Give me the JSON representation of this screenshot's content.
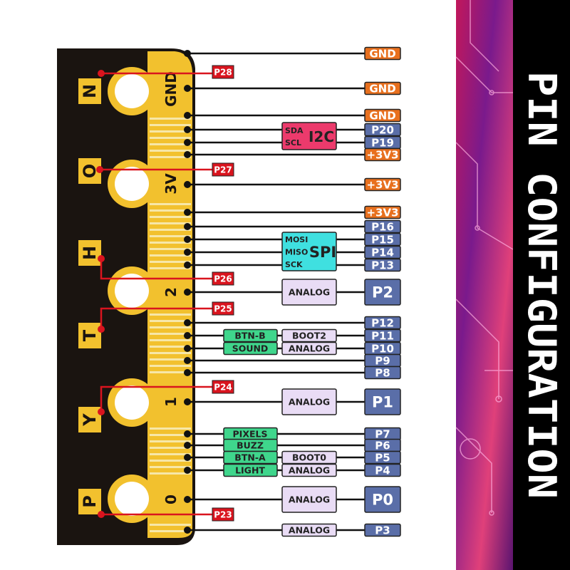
{
  "title": "PIN CONFIGURATION",
  "colors": {
    "gnd": "#e8701e",
    "pin": "#5a6ea8",
    "power": "#e8701e",
    "red": "#d9141e",
    "i2c": "#ec3a6c",
    "spi": "#3fe0e0",
    "analog": "#e9dcf5",
    "green": "#3fd68c",
    "gold": "#f2c12e",
    "board": "#1a1410"
  },
  "board": {
    "letters": [
      "N",
      "O",
      "H",
      "T",
      "Y",
      "P"
    ],
    "pad_labels": [
      "GND",
      "3V",
      "2",
      "1",
      "0"
    ]
  },
  "extra_pins": [
    "P28",
    "P27",
    "P26",
    "P25",
    "P24",
    "P23"
  ],
  "pins": [
    {
      "label": "GND",
      "kind": "power"
    },
    {
      "label": "GND",
      "kind": "power"
    },
    {
      "label": "GND",
      "kind": "power"
    },
    {
      "label": "P20",
      "kind": "pin"
    },
    {
      "label": "P19",
      "kind": "pin"
    },
    {
      "label": "+3V3",
      "kind": "power"
    },
    {
      "label": "+3V3",
      "kind": "power"
    },
    {
      "label": "+3V3",
      "kind": "power"
    },
    {
      "label": "P16",
      "kind": "pin"
    },
    {
      "label": "P15",
      "kind": "pin"
    },
    {
      "label": "P14",
      "kind": "pin"
    },
    {
      "label": "P13",
      "kind": "pin"
    },
    {
      "label": "P2",
      "kind": "big",
      "func": "ANALOG"
    },
    {
      "label": "P12",
      "kind": "pin"
    },
    {
      "label": "P11",
      "kind": "pin",
      "func": "BOOT2",
      "green": "BTN-B"
    },
    {
      "label": "P10",
      "kind": "pin",
      "func": "ANALOG",
      "green": "SOUND"
    },
    {
      "label": "P9",
      "kind": "pin"
    },
    {
      "label": "P8",
      "kind": "pin"
    },
    {
      "label": "P1",
      "kind": "big",
      "func": "ANALOG"
    },
    {
      "label": "P7",
      "kind": "pin",
      "green": "PIXELS"
    },
    {
      "label": "P6",
      "kind": "pin",
      "green": "BUZZ"
    },
    {
      "label": "P5",
      "kind": "pin",
      "func": "BOOT0",
      "green": "BTN-A"
    },
    {
      "label": "P4",
      "kind": "pin",
      "func": "ANALOG",
      "green": "LIGHT"
    },
    {
      "label": "P0",
      "kind": "big",
      "func": "ANALOG"
    },
    {
      "label": "P3",
      "kind": "pin",
      "func": "ANALOG"
    }
  ],
  "buses": {
    "i2c": {
      "name": "I2C",
      "signals": [
        "SDA",
        "SCL"
      ]
    },
    "spi": {
      "name": "SPI",
      "signals": [
        "MOSI",
        "MISO",
        "SCK"
      ]
    }
  }
}
